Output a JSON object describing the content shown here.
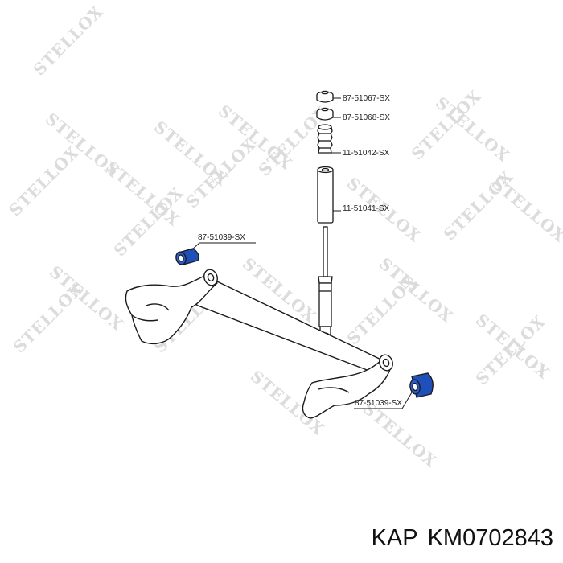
{
  "watermark": {
    "text": "STELLOX"
  },
  "parts": [
    {
      "id": "top-mount-upper",
      "label": "87-51067-SX"
    },
    {
      "id": "top-mount-lower",
      "label": "87-51068-SX"
    },
    {
      "id": "bump-stop",
      "label": "11-51042-SX"
    },
    {
      "id": "dust-boot",
      "label": "11-51041-SX"
    },
    {
      "id": "bushing-left",
      "label": "87-51039-SX"
    },
    {
      "id": "bushing-right",
      "label": "87-51039-SX"
    }
  ],
  "caption": {
    "brand": "KAP",
    "part_number": "KM0702843"
  },
  "colors": {
    "line": "#1a1a1a",
    "accent": "#1f4fb8",
    "watermark": "#dcdcdc"
  }
}
